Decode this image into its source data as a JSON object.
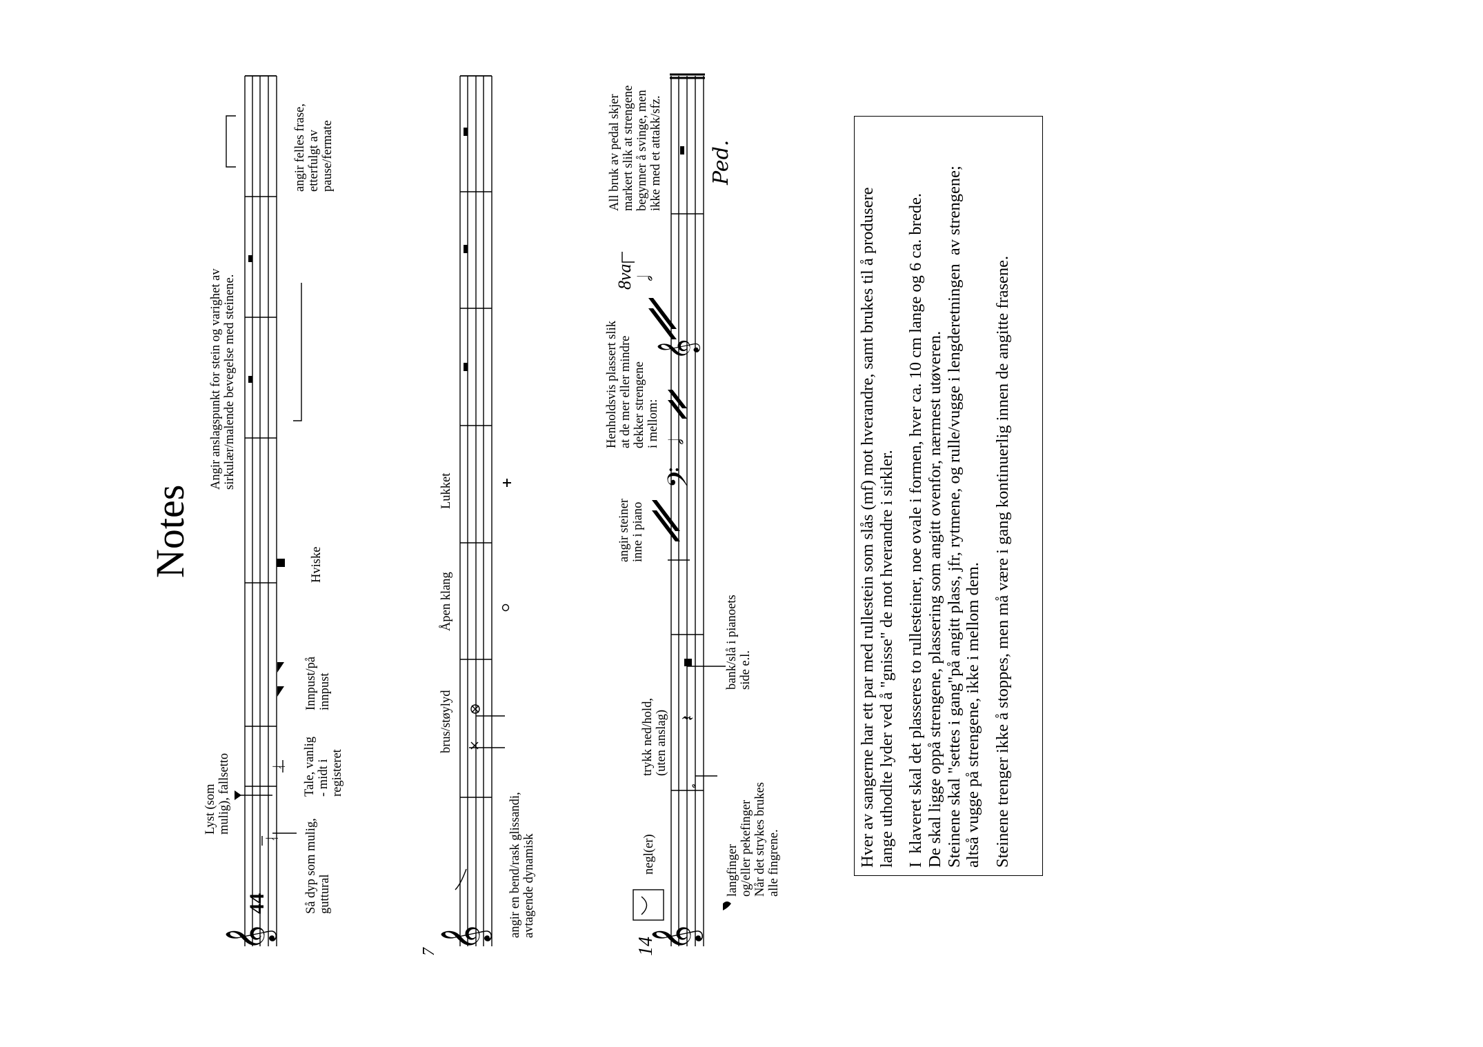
{
  "title": "Notes",
  "measure_numbers": [
    "7",
    "14"
  ],
  "time_signature": [
    "4",
    "4"
  ],
  "octave_mark": "8va",
  "pedal_mark": "Ped.",
  "system1": {
    "label_deep": "Så dyp som mulig,\nguttural",
    "label_light": "Lyst (som\nmulig), fallsetto",
    "label_speech": "Tale, vanlig\n- midt i\nregisteret",
    "label_inbreath": "Innpust/på\ninnpust",
    "label_whisper": "Hviske",
    "label_strike": "Angir anslagspunkt for stein og varighet av\nsirkulær/malende bevegelse med steinene.",
    "label_phrase": "angir felles frase,\netterfulgt av\npause/fermate"
  },
  "system2": {
    "label_bend": "angir en bend/rask glissandi,\navtagende dynamisk",
    "label_noise": "brus/støylyd",
    "label_open": "Åpen klang",
    "label_closed": "Lukket"
  },
  "system3": {
    "label_fingers": "langfinger\nog/eller pekefinger\nNår det strykes brukes\nalle fingrene.",
    "label_nail": "negl(er)",
    "label_press": "trykk ned/hold,\n(uten anslag)",
    "label_knock": "bank/slå i pianoets\nside e.l.",
    "label_stones": "angir steiner\ninne i piano",
    "label_between": "Henholdsvis plassert slik\nat de mer eller mindre\ndekker strengene\ni mellom:",
    "label_pedal": "All bruk av pedal skjer\nmarkert slik at strengene\nbegynner å svinge, men\nikke med et attakk/sfz."
  },
  "notes_box": {
    "paragraphs": [
      "Hver av sangerne har ett par med rullestein som slås (mf) mot hverandre, samt brukes til å produsere\nlange uthodlte lyder ved å \"gnisse\" de mot hverandre i sirkler.",
      "I  klaveret skal det plasseres to rullesteiner, noe ovale i formen, hver ca. 10 cm lange og 6 ca. brede.\nDe skal ligge oppå strengene, plassering som angitt ovenfor, nærmest utøveren.\nSteinene skal \"settes i gang\"på angitt plass, jfr, rytmene, og rulle/vugge i lengderetningen  av strengene;\naltså vugge på strengene, ikke i mellom dem.",
      "Steinene trenger ikke å stoppes, men må være i gang kontinuerlig innen de angitte frasene."
    ]
  }
}
